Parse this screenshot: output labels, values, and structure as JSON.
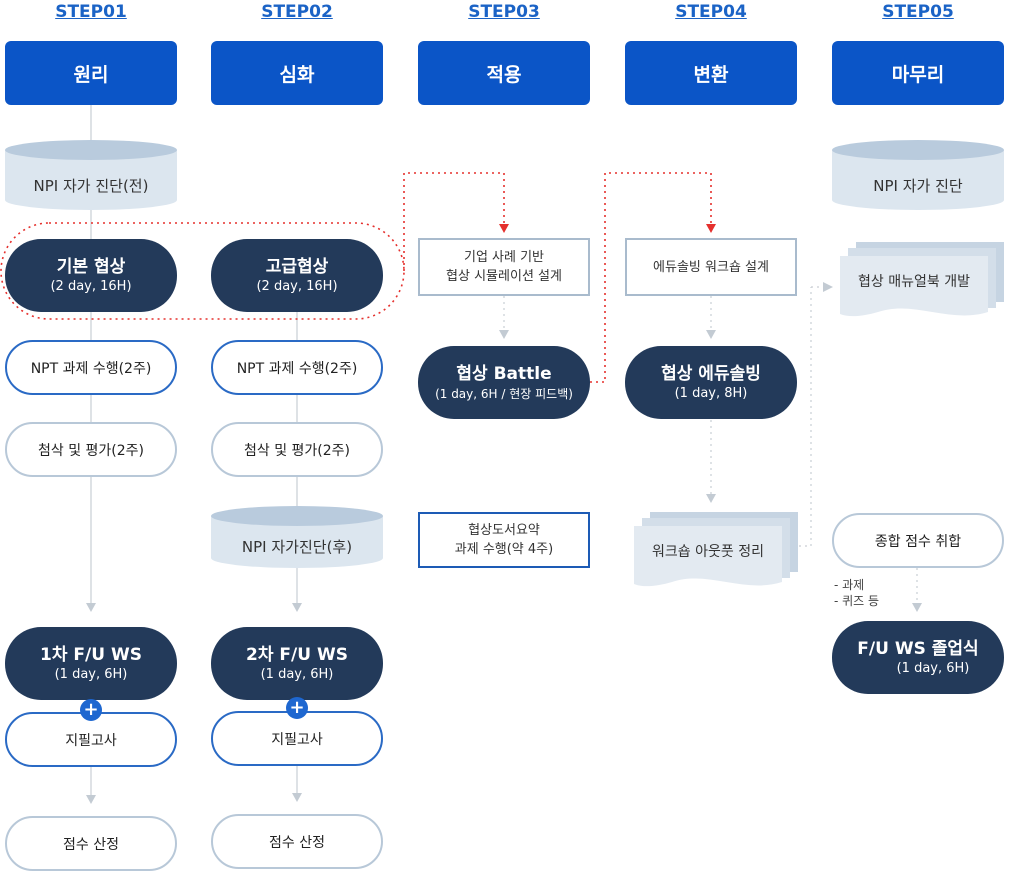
{
  "steps": [
    {
      "step": "STEP01",
      "phase": "원리"
    },
    {
      "step": "STEP02",
      "phase": "심화"
    },
    {
      "step": "STEP03",
      "phase": "적용"
    },
    {
      "step": "STEP04",
      "phase": "변환"
    },
    {
      "step": "STEP05",
      "phase": "마무리"
    }
  ],
  "col1": {
    "diag": "NPI 자가 진단(전)",
    "basic": {
      "title": "기본 협상",
      "sub": "(2 day, 16H)"
    },
    "task": "NPT 과제 수행(2주)",
    "eval": "첨삭 및 평가(2주)",
    "fu": {
      "title": "1차 F/U WS",
      "sub": "(1 day, 6H)"
    },
    "exam": "지필고사",
    "score": "점수 산정"
  },
  "col2": {
    "advanced": {
      "title": "고급협상",
      "sub": "(2 day, 16H)"
    },
    "task": "NPT 과제 수행(2주)",
    "eval": "첨삭 및 평가(2주)",
    "diag": "NPI 자가진단(후)",
    "fu": {
      "title": "2차 F/U WS",
      "sub": "(1 day, 6H)"
    },
    "exam": "지필고사",
    "score": "점수 산정"
  },
  "col3": {
    "design": {
      "line1": "기업 사례 기반",
      "line2": "협상 시뮬레이션 설계"
    },
    "battle": {
      "title": "협상 Battle",
      "sub": "(1 day, 6H / 현장 피드백)"
    },
    "book": {
      "line1": "협상도서요약",
      "line2": "과제 수행(약 4주)"
    }
  },
  "col4": {
    "design": "에듀솔빙 워크숍 설계",
    "edu": {
      "title": "협상 에듀솔빙",
      "sub": "(1 day, 8H)"
    },
    "output": "워크숍 아웃풋 정리"
  },
  "col5": {
    "diag": "NPI 자가 진단",
    "manual": "협상 매뉴얼북 개발",
    "total": "종합 점수 취합",
    "notes": [
      "- 과제",
      "- 퀴즈 등"
    ],
    "grad": {
      "title": "F/U WS 졸업식",
      "sub": "(1 day, 6H)"
    }
  },
  "plus_symbol": "+",
  "colors": {
    "step": "#1b63c6",
    "phase": "#0b55c7",
    "dark": "#233a5a",
    "accent": "#e5302d",
    "plus": "#1e67d0"
  }
}
